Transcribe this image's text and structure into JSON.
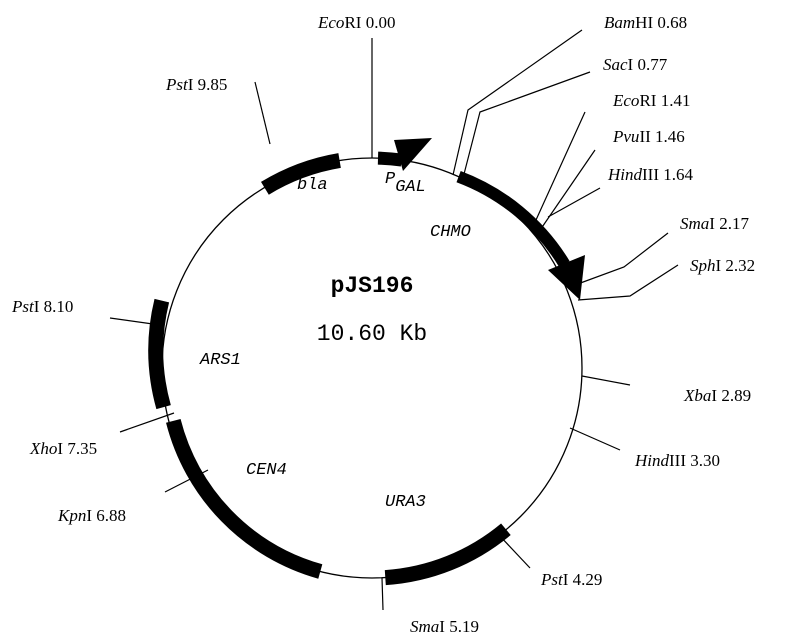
{
  "plasmid": {
    "name": "pJS196",
    "size": "10.60 Kb"
  },
  "genes": {
    "bla": "bla",
    "pgal_p": "P",
    "pgal_sub": "GAL",
    "chmo": "CHMO",
    "ars1": "ARS1",
    "cen4": "CEN4",
    "ura3": "URA3"
  },
  "sites": [
    {
      "enzyme": "Eco",
      "suffix": "RI",
      "pos": "0.00"
    },
    {
      "enzyme": "Bam",
      "suffix": "HI",
      "pos": "0.68"
    },
    {
      "enzyme": "Sac",
      "suffix": "I",
      "pos": "0.77"
    },
    {
      "enzyme": "Eco",
      "suffix": "RI",
      "pos": "1.41"
    },
    {
      "enzyme": "Pvu",
      "suffix": "II",
      "pos": "1.46"
    },
    {
      "enzyme": "Hind",
      "suffix": "III",
      "pos": "1.64"
    },
    {
      "enzyme": "Sma",
      "suffix": "I",
      "pos": "2.17"
    },
    {
      "enzyme": "Sph",
      "suffix": "I",
      "pos": "2.32"
    },
    {
      "enzyme": "Xba",
      "suffix": "I",
      "pos": "2.89"
    },
    {
      "enzyme": "Hind",
      "suffix": "III",
      "pos": "3.30"
    },
    {
      "enzyme": "Pst",
      "suffix": "I",
      "pos": "4.29"
    },
    {
      "enzyme": "Sma",
      "suffix": "I",
      "pos": "5.19"
    },
    {
      "enzyme": "Kpn",
      "suffix": "I",
      "pos": "6.88"
    },
    {
      "enzyme": "Xho",
      "suffix": "I",
      "pos": "7.35"
    },
    {
      "enzyme": "Pst",
      "suffix": "I",
      "pos": "8.10"
    },
    {
      "enzyme": "Pst",
      "suffix": "I",
      "pos": "9.85"
    }
  ]
}
